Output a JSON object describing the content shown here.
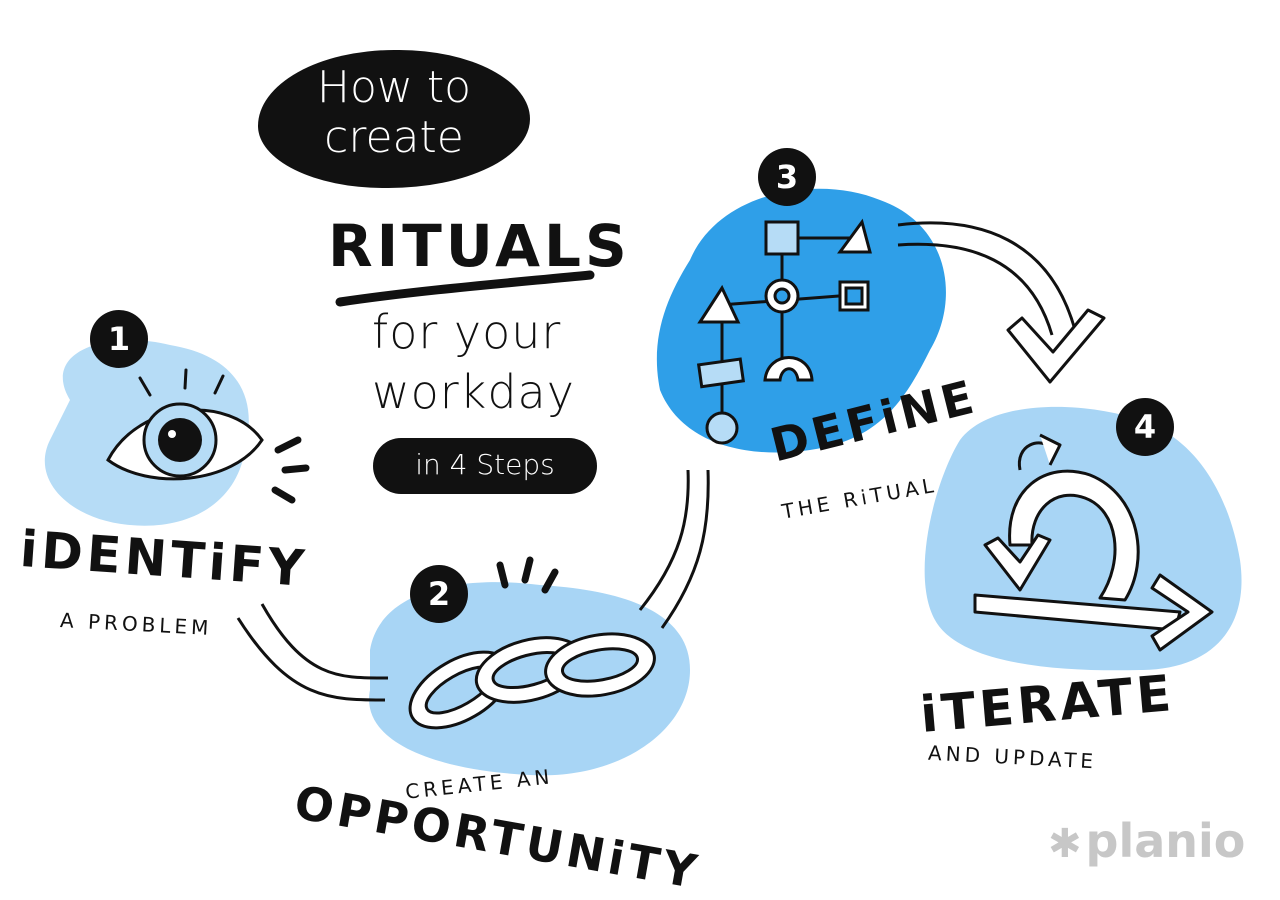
{
  "title": {
    "line1": "How to",
    "line2": "create",
    "main": "RITUALS",
    "line3": "for your",
    "line4": "workday",
    "pill": "in 4 Steps"
  },
  "steps": [
    {
      "number": "1",
      "heading": "iDENTiFY",
      "subheading": "A PROBLEM"
    },
    {
      "number": "2",
      "heading": "OPPORTUNiTY",
      "subheading": "CREATE AN"
    },
    {
      "number": "3",
      "heading": "DEFiNE",
      "subheading": "THE RiTUAL"
    },
    {
      "number": "4",
      "heading": "iTERATE",
      "subheading": "AND UPDATE"
    }
  ],
  "logo": {
    "star": "✱",
    "text": "planio"
  },
  "colors": {
    "blob_light": "#b6dcf6",
    "blob_strong": "#2f9fe8",
    "ink": "#111111",
    "logo_gray": "#c7c7c7"
  },
  "icons": [
    "eye-icon",
    "chain-link-icon",
    "shapes-flow-icon",
    "iterate-arrows-icon"
  ]
}
